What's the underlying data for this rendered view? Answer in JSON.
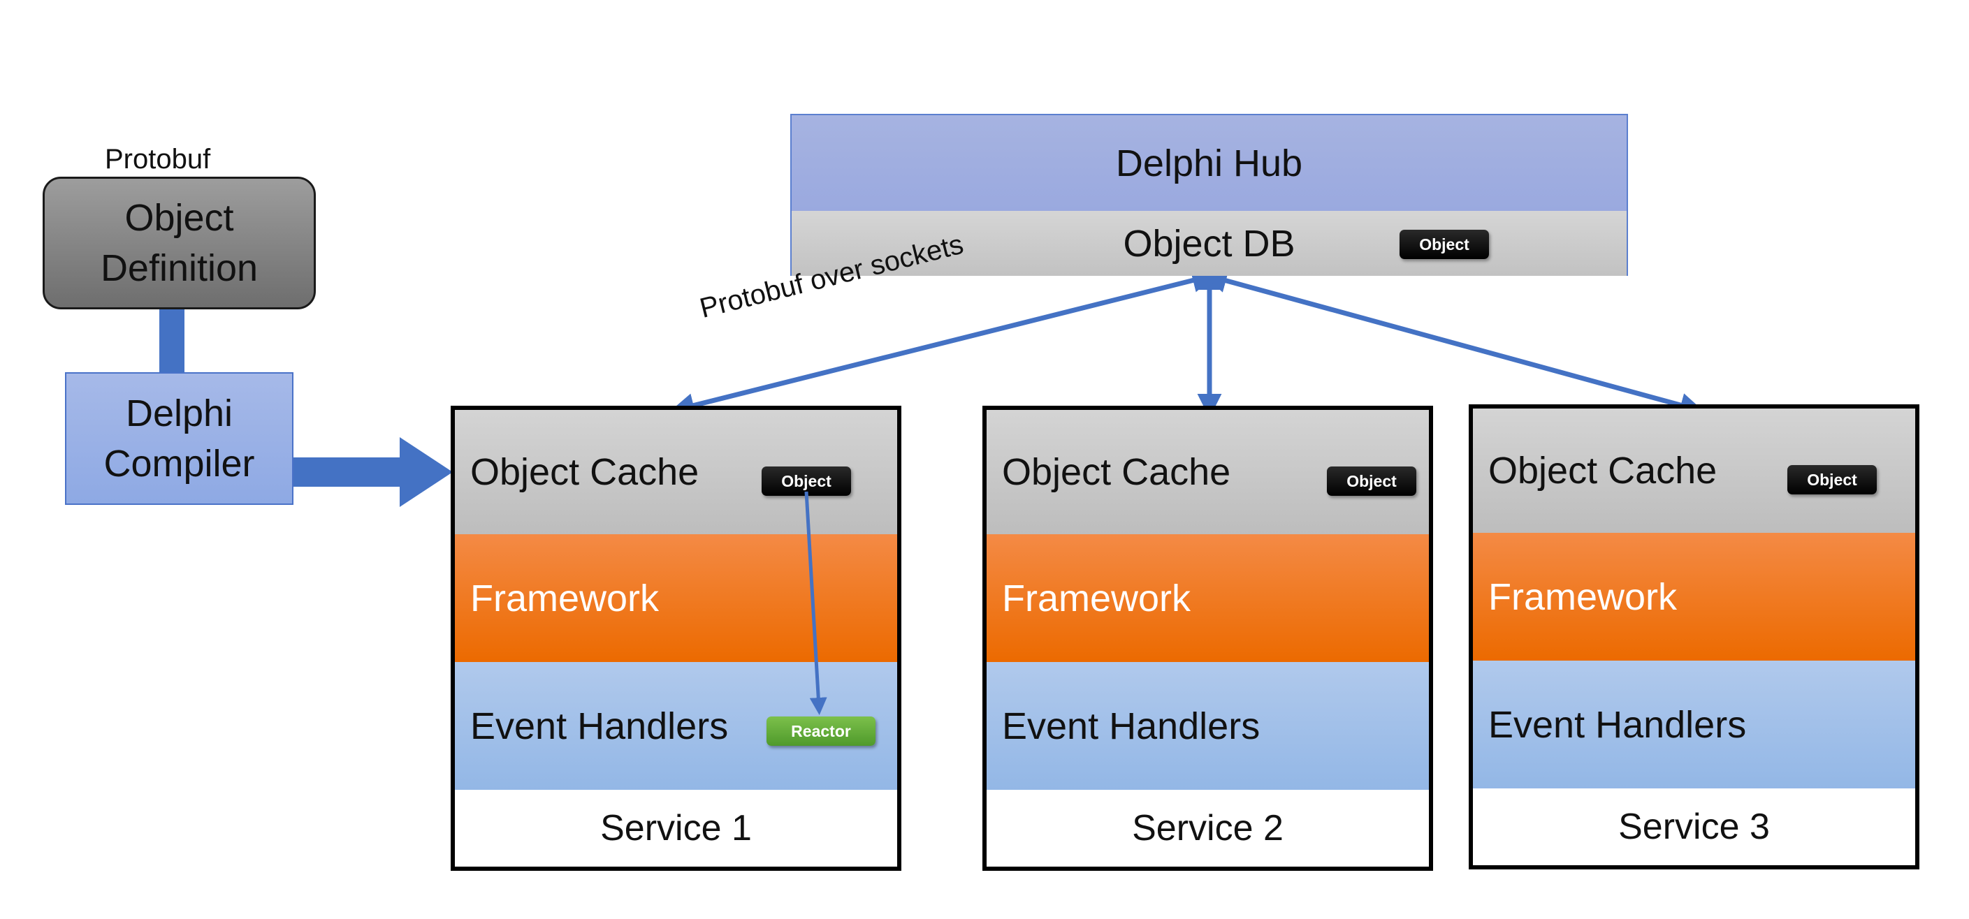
{
  "definition": {
    "protobuf_label": "Protobuf",
    "object_definition": "Object\nDefinition",
    "compiler": "Delphi\nCompiler"
  },
  "hub": {
    "title": "Delphi Hub",
    "db_label": "Object DB",
    "db_object": "Object"
  },
  "connection_label": "Protobuf over sockets",
  "services": [
    {
      "name": "Service 1",
      "cache": "Object Cache",
      "cache_object": "Object",
      "framework": "Framework",
      "handlers": "Event Handlers",
      "reactor": "Reactor"
    },
    {
      "name": "Service 2",
      "cache": "Object Cache",
      "cache_object": "Object",
      "framework": "Framework",
      "handlers": "Event Handlers"
    },
    {
      "name": "Service 3",
      "cache": "Object Cache",
      "cache_object": "Object",
      "framework": "Framework",
      "handlers": "Event Handlers"
    }
  ],
  "colors": {
    "arrow": "#4472c4",
    "hub_title": "#9fafe0",
    "cache": "#c8c8c8",
    "framework": "#f07a22",
    "handlers": "#a2c0e9",
    "object_pill": "#000000",
    "reactor_pill": "#5fab36"
  }
}
